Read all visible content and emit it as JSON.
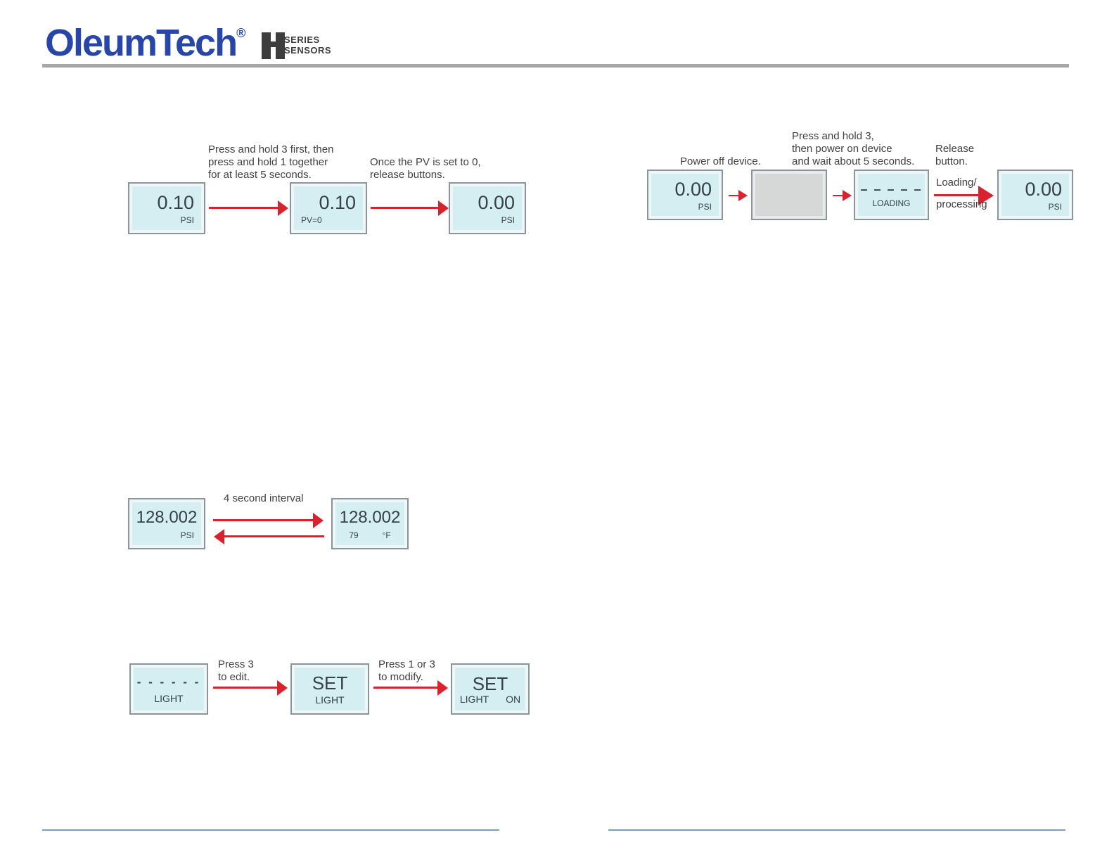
{
  "header": {
    "logo": "OleumTech",
    "registered": "®",
    "series_word1": "SERIES",
    "series_word2": "SENSORS"
  },
  "colors": {
    "logo_blue": "#2746a8",
    "mark_gray": "#3d3d3d",
    "screen_cyan": "#d4eef1",
    "screen_off_gray": "#d5d8d7",
    "display_border": "#8a949b",
    "arrow_red": "#d8232f",
    "caption_text": "#3f3f3f",
    "footer_line_blue": "#7e9db6"
  },
  "diagrams": {
    "zero_pv": {
      "caption1": "Press and hold 3 first, then\npress and hold 1 together\nfor at least 5 seconds.",
      "caption2": "Once the PV is set to 0,\nrelease buttons.",
      "display1": {
        "value": "0.10",
        "unit": "PSI"
      },
      "display2": {
        "value": "0.10",
        "unit": "PV=0"
      },
      "display3": {
        "value": "0.00",
        "unit": "PSI"
      }
    },
    "reboot": {
      "caption1": "Power off device.",
      "caption2": "Press and hold 3,\nthen power on device\nand wait about 5 seconds.",
      "caption3": "Release\nbutton.",
      "arrow_label_top": "Loading/",
      "arrow_label_bottom": "processing",
      "display1": {
        "value": "0.00",
        "unit": "PSI"
      },
      "display2": {
        "state": "powered-off-blank"
      },
      "display3": {
        "value": "– – – – –",
        "unit": "LOADING"
      },
      "display4": {
        "value": "0.00",
        "unit": "PSI"
      }
    },
    "toggle": {
      "caption": "4 second interval",
      "display1": {
        "value": "128.002",
        "unit": "PSI"
      },
      "display2": {
        "value": "128.002",
        "temp": "79",
        "temp_unit": "°F"
      }
    },
    "light": {
      "caption1": "Press 3\nto edit.",
      "caption2": "Press 1 or 3\nto modify.",
      "display1": {
        "value": "- - - - - -",
        "unit": "LIGHT"
      },
      "display2": {
        "value": "SET",
        "unit": "LIGHT"
      },
      "display3": {
        "value": "SET",
        "unit": "LIGHT",
        "state": "ON"
      }
    }
  }
}
